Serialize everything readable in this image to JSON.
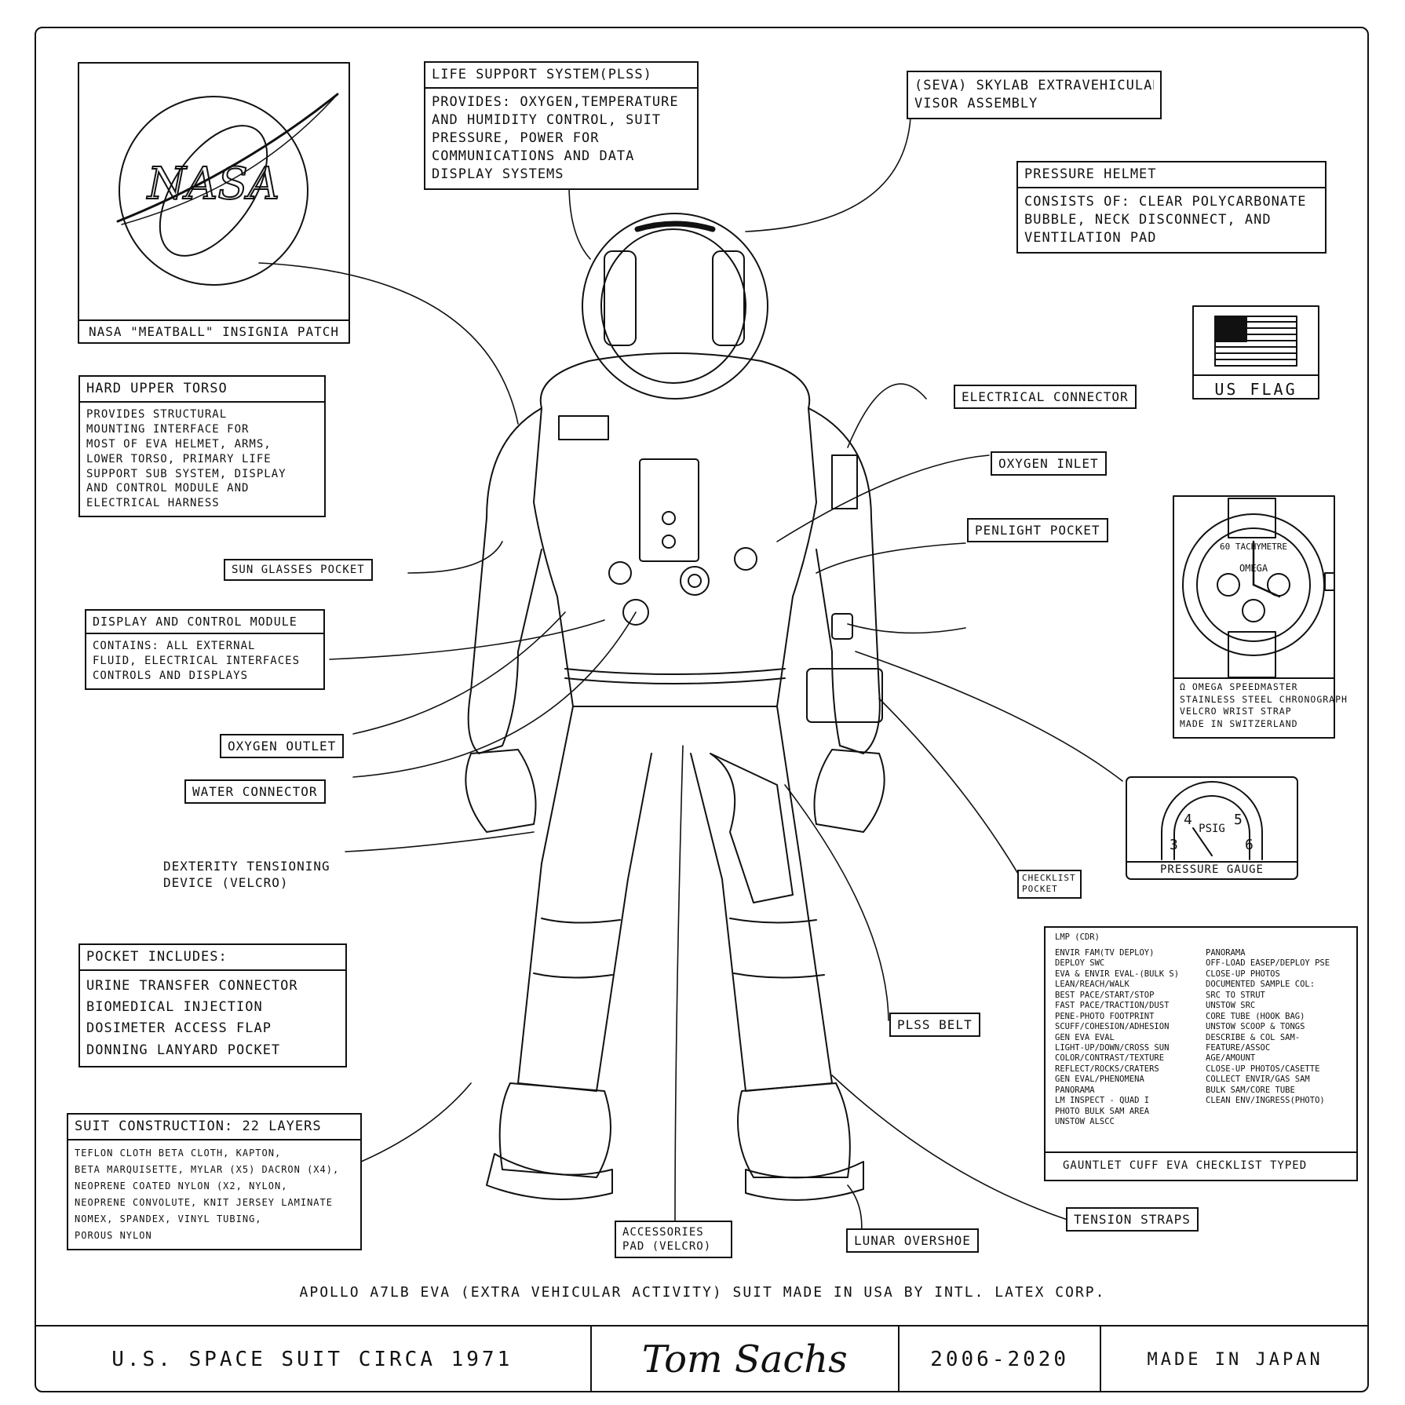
{
  "nasa_patch": {
    "logo_text": "NASA",
    "caption": "NASA \"MEATBALL\" INSIGNIA PATCH"
  },
  "plss": {
    "title": "LIFE SUPPORT SYSTEM(PLSS)",
    "lines": [
      "PROVIDES: OXYGEN,TEMPERATURE",
      "AND HUMIDITY CONTROL, SUIT",
      "PRESSURE, POWER FOR",
      "COMMUNICATIONS AND DATA",
      "DISPLAY SYSTEMS"
    ]
  },
  "seva": {
    "lines": [
      "(SEVA) SKYLAB EXTRAVEHICULAR",
      "VISOR ASSEMBLY"
    ]
  },
  "helmet": {
    "title": "PRESSURE HELMET",
    "lines": [
      "CONSISTS OF: CLEAR POLYCARBONATE",
      "BUBBLE, NECK DISCONNECT, AND",
      "VENTILATION PAD"
    ]
  },
  "flag": {
    "caption": "US FLAG"
  },
  "torso": {
    "title": "HARD UPPER TORSO",
    "lines": [
      "PROVIDES STRUCTURAL",
      "MOUNTING INTERFACE FOR",
      "MOST OF EVA HELMET, ARMS,",
      "LOWER TORSO, PRIMARY LIFE",
      "SUPPORT SUB SYSTEM, DISPLAY",
      "AND CONTROL MODULE AND",
      "ELECTRICAL HARNESS"
    ]
  },
  "labels": {
    "electrical": "ELECTRICAL CONNECTOR",
    "oxygen_inlet": "OXYGEN INLET",
    "penlight": "PENLIGHT POCKET",
    "sunglasses": "SUN GLASSES POCKET",
    "oxygen_outlet": "OXYGEN OUTLET",
    "water": "WATER CONNECTOR",
    "dexterity": "DEXTERITY TENSIONING DEVICE (VELCRO)",
    "checklist_pocket": "CHECKLIST POCKET",
    "plss_belt": "PLSS BELT",
    "accessories": "ACCESSORIES PAD (VELCRO)",
    "overshoe": "LUNAR OVERSHOE",
    "tension": "TENSION STRAPS"
  },
  "dcm": {
    "title": "DISPLAY AND CONTROL MODULE",
    "lines": [
      "CONTAINS: ALL EXTERNAL",
      "FLUID, ELECTRICAL INTERFACES",
      "CONTROLS AND DISPLAYS"
    ]
  },
  "watch": {
    "brand": "OMEGA",
    "dial_top": "60 TACHYMETRE",
    "lines": [
      "Ω OMEGA SPEEDMASTER",
      "STAINLESS STEEL CHRONOGRAPH",
      "VELCRO WRIST STRAP",
      "MADE IN SWITZERLAND"
    ]
  },
  "gauge": {
    "unit": "PSIG",
    "ticks": [
      "3",
      "4",
      "5",
      "6"
    ],
    "caption": "PRESSURE GAUGE"
  },
  "pocket": {
    "title": "POCKET INCLUDES:",
    "lines": [
      "URINE TRANSFER CONNECTOR",
      "BIOMEDICAL INJECTION",
      "DOSIMETER ACCESS FLAP",
      "DONNING LANYARD POCKET"
    ]
  },
  "construction": {
    "title": "SUIT CONSTRUCTION: 22 LAYERS",
    "lines": [
      "TEFLON CLOTH BETA CLOTH, KAPTON,",
      "BETA MARQUISETTE, MYLAR (X5) DACRON (X4),",
      "NEOPRENE COATED NYLON (X2, NYLON,",
      "NEOPRENE CONVOLUTE, KNIT JERSEY LAMINATE",
      "NOMEX, SPANDEX, VINYL TUBING,",
      "POROUS NYLON"
    ]
  },
  "checklist": {
    "title": "LMP (CDR)",
    "col1": [
      "ENVIR FAM(TV DEPLOY)",
      "DEPLOY SWC",
      "EVA & ENVIR EVAL-(BULK S)",
      "  LEAN/REACH/WALK",
      "  BEST PACE/START/STOP",
      "  FAST PACE/TRACTION/DUST",
      "  PENE-PHOTO FOOTPRINT",
      "  SCUFF/COHESION/ADHESION",
      "  GEN EVA EVAL",
      "  LIGHT-UP/DOWN/CROSS SUN",
      "  COLOR/CONTRAST/TEXTURE",
      "  REFLECT/ROCKS/CRATERS",
      "  GEN EVAL/PHENOMENA",
      "  PANORAMA",
      "LM INSPECT - QUAD I",
      "  PHOTO BULK SAM AREA",
      "  UNSTOW ALSCC"
    ],
    "col2": [
      "PANORAMA",
      "OFF-LOAD EASEP/DEPLOY PSE",
      "CLOSE-UP PHOTOS",
      "DOCUMENTED SAMPLE COL:",
      "  SRC TO STRUT",
      "  UNSTOW SRC",
      "  CORE TUBE (HOOK BAG)",
      "  UNSTOW SCOOP & TONGS",
      "  DESCRIBE & COL SAM-",
      "    FEATURE/ASSOC",
      "    AGE/AMOUNT",
      "  CLOSE-UP PHOTOS/CASETTE",
      "  COLLECT ENVIR/GAS SAM",
      "  BULK SAM/CORE TUBE",
      "  CLEAN ENV/INGRESS(PHOTO)"
    ],
    "caption": "GAUNTLET CUFF EVA CHECKLIST TYPED"
  },
  "caption": "APOLLO A7LB EVA (EXTRA VEHICULAR ACTIVITY) SUIT    MADE IN USA BY INTL. LATEX CORP.",
  "footer": {
    "title": "U.S. SPACE SUIT CIRCA 1971",
    "signature": "Tom Sachs",
    "years": "2006-2020",
    "origin": "MADE IN JAPAN"
  }
}
